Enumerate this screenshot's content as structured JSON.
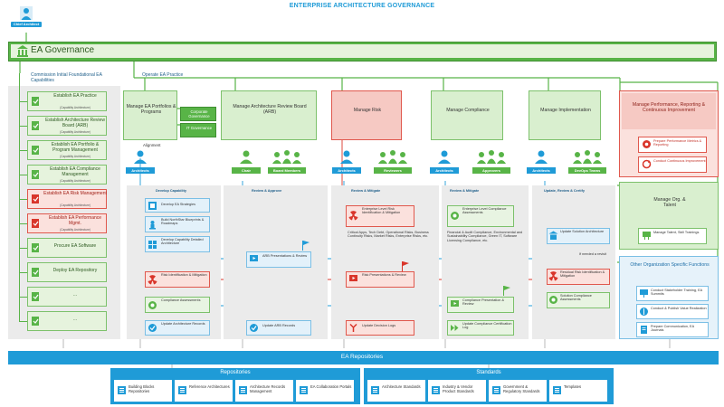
{
  "title": "ENTERPRISE ARCHITECTURE GOVERNANCE",
  "chief": "Chief Architect",
  "ea_governance": "EA Governance",
  "left_header": "Commission Initial Foundational EA Capabilities",
  "operate_header": "Operate EA Practice",
  "left_items": [
    {
      "label": "Establish EA Practice",
      "sub": "(Capability Architecture)",
      "red": false
    },
    {
      "label": "Establish Architecture Review Board (ARB)",
      "sub": "(Capability Architecture)",
      "red": false
    },
    {
      "label": "Establish EA Portfolio & Program Management",
      "sub": "(Capability Architecture)",
      "red": false
    },
    {
      "label": "Establish EA Compliance Management",
      "sub": "(Capability Architecture)",
      "red": false
    },
    {
      "label": "Establish EA Risk Management",
      "sub": "(Capability Architecture)",
      "red": true
    },
    {
      "label": "Establish EA Performance Mgmt.",
      "sub": "(Capability Architecture)",
      "red": true
    },
    {
      "label": "Procure EA Software",
      "sub": "",
      "red": false
    },
    {
      "label": "Deploy EA Repository",
      "sub": "",
      "red": false
    },
    {
      "label": "...",
      "sub": "",
      "red": false
    },
    {
      "label": "...",
      "sub": "",
      "red": false
    }
  ],
  "top_boxes": {
    "portfolios": "Manage EA Portfolios & Programs",
    "corp_gov": "Corporate Governance",
    "it_gov": "IT Governance",
    "arb": "Manage Architecture Review Board (ARB)",
    "risk": "Manage Risk",
    "compliance": "Manage Compliance",
    "implementation": "Manage Implementation",
    "performance": "Manage Performance, Reporting & Continuous Improvement",
    "perf_sub1": "Prepare Performance Metrics & Reporting",
    "perf_sub2": "Conduct Continuous Improvement",
    "org": "Manage Org. & Talent",
    "org_sub": "Manage Talent, Skill Trainings",
    "other": "Other Organization Specific Functions",
    "other_sub1": "Conduct Stakeholder Training, EA Summits",
    "other_sub2": "Conduct & Publish Value Realization",
    "other_sub3": "Prepare Communication, EA Journals"
  },
  "roles": {
    "architects": "Architects",
    "chair": "Chair",
    "board": "Board Members",
    "reviewers": "Reviewers",
    "approvers": "Approvers",
    "devops": "DevOps Teams"
  },
  "alignment": "Alignment",
  "col_heads": {
    "develop": "Develop Capability",
    "review": "Review & Approve",
    "mitigate": "Review & Mitigate",
    "mitigate2": "Review & Mitigate",
    "update": "Update, Review & Certify"
  },
  "tasks": {
    "dev1": "Develop EA Strategies",
    "dev2": "Build NorthStar Blueprints & Roadmaps",
    "dev3": "Develop Capability Detailed Architecture",
    "risk_id": "Risk Identification & Mitigation",
    "compl_assess": "Compliance Assessments",
    "upd_records": "Update Architecture Records",
    "arb_pres": "ARB Presentations & Review",
    "upd_arb": "Update ARB Records",
    "ent_risk": "Enterprise Level Risk Identification & Mitigation",
    "risk_text": "Critical Apps, Tech Debt, Operational Risks, Business Continuity Risks, Market Risks, Enterprise Risks, etc.",
    "risk_pres": "Risk Presentations & Review",
    "upd_decision": "Update Decision Logs",
    "ent_compl": "Enterprise Level Compliance Assessments",
    "compl_text": "Financial & Audit Compliance, Environmental and Sustainability Compliance, Green IT, Software Licensing Compliance, etc.",
    "compl_pres": "Compliance Presentation & Review",
    "upd_cert": "Update Compliance Certification Log",
    "upd_solution": "Update Solution Architecture",
    "if_needed": "If needed a revisit",
    "residual": "Residual Risk Identification & Mitigation",
    "sol_compl": "Solution Compliance Assessments"
  },
  "repo_bar": "EA Repositories",
  "repositories": {
    "title": "Repositories",
    "items": [
      "Building Blocks Repositories",
      "Reference Architectures",
      "Architecture Records Management",
      "EA Collaboration Portals"
    ]
  },
  "standards": {
    "title": "Standards",
    "items": [
      "Architecture Standards",
      "Industry & Vendor Product Standards",
      "Government & Regulatory Standards",
      "Templates"
    ]
  },
  "colors": {
    "blue": "#1f9bd7",
    "green": "#58b447",
    "red": "#d9352a",
    "light_green": "#d9efcf"
  }
}
